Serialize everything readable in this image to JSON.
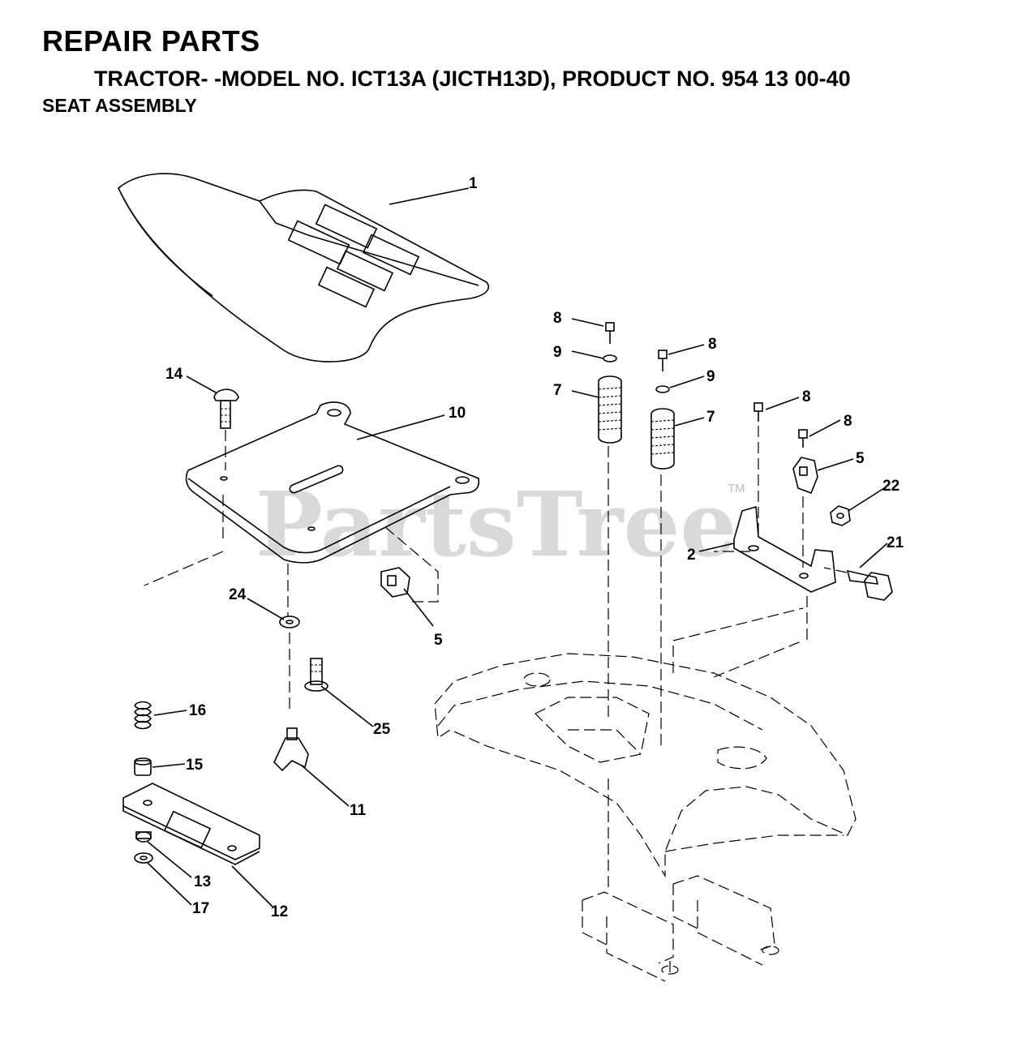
{
  "header": {
    "title": "REPAIR PARTS",
    "model_line": "TRACTOR- -MODEL NO. ICT13A (JICTH13D), PRODUCT NO. 954 13 00-40",
    "section": "SEAT ASSEMBLY"
  },
  "watermark": {
    "text": "PartsTree",
    "mark": "TM"
  },
  "callouts": [
    {
      "id": "c1",
      "text": "1"
    },
    {
      "id": "c14",
      "text": "14"
    },
    {
      "id": "c10",
      "text": "10"
    },
    {
      "id": "c8a",
      "text": "8"
    },
    {
      "id": "c9a",
      "text": "9"
    },
    {
      "id": "c7a",
      "text": "7"
    },
    {
      "id": "c8b",
      "text": "8"
    },
    {
      "id": "c9b",
      "text": "9"
    },
    {
      "id": "c7b",
      "text": "7"
    },
    {
      "id": "c8c",
      "text": "8"
    },
    {
      "id": "c8d",
      "text": "8"
    },
    {
      "id": "c5a",
      "text": "5"
    },
    {
      "id": "c22",
      "text": "22"
    },
    {
      "id": "c2",
      "text": "2"
    },
    {
      "id": "c21",
      "text": "21"
    },
    {
      "id": "c24",
      "text": "24"
    },
    {
      "id": "c5b",
      "text": "5"
    },
    {
      "id": "c16",
      "text": "16"
    },
    {
      "id": "c25",
      "text": "25"
    },
    {
      "id": "c15",
      "text": "15"
    },
    {
      "id": "c11",
      "text": "11"
    },
    {
      "id": "c13",
      "text": "13"
    },
    {
      "id": "c17",
      "text": "17"
    },
    {
      "id": "c12",
      "text": "12"
    }
  ]
}
